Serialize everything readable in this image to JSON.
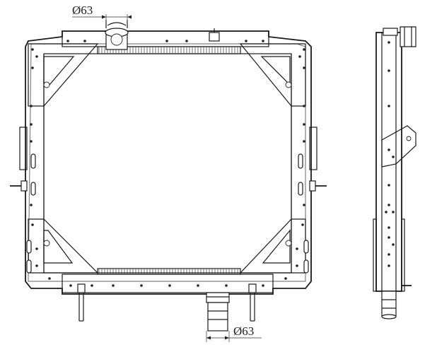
{
  "dimensions": {
    "top_pipe_diameter": "Ø63",
    "bottom_pipe_diameter": "Ø63"
  },
  "views": [
    "front-view",
    "side-view"
  ],
  "colors": {
    "line": "#1a1a1a",
    "background": "#ffffff"
  }
}
